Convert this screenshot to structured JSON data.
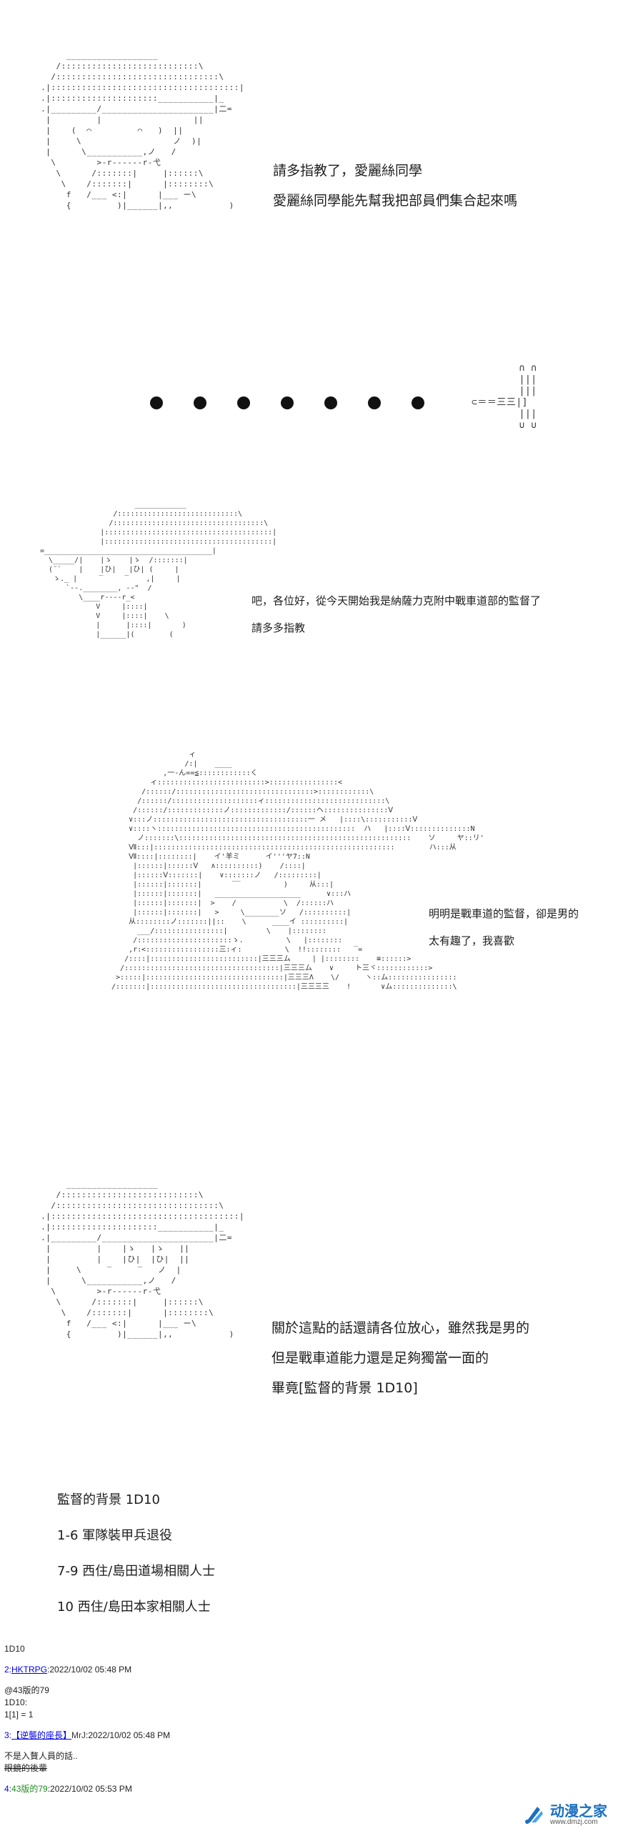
{
  "panel1": {
    "lines": [
      "請多指教了，愛麗絲同學",
      "愛麗絲同學能先幫我把部員們集合起來嗎"
    ]
  },
  "panel2": {
    "tank_glyph": "⊂＝＝三三|]"
  },
  "panel3": {
    "lines": [
      "吧，各位好，從今天開始我是納薩力克附中戰車道部的監督了",
      "請多多指教"
    ]
  },
  "panel4": {
    "lines": [
      "明明是戰車道的監督，卻是男的",
      "太有趣了，我喜歡"
    ]
  },
  "panel5": {
    "lines": [
      "關於這點的話還請各位放心，雖然我是男的",
      "但是戰車道能力還是足夠獨當一面的",
      "畢竟[監督的背景 1D10]"
    ]
  },
  "roll_table": {
    "title": "監督的背景 1D10",
    "items": [
      "1-6 軍隊裝甲兵退役",
      "7-9 西住/島田道場相關人士",
      "10 西住/島田本家相關人士"
    ]
  },
  "thread": {
    "header": "1D10",
    "posts": [
      {
        "num": "2:",
        "name": "HKTRPG",
        "date": ":2022/10/02 05:48 PM",
        "body": [
          "@43版的79",
          "1D10:",
          "1[1] = 1"
        ]
      },
      {
        "num": "3:",
        "name": "【逆襲的座長】",
        "trip": "MrJ",
        "date": ":2022/10/02 05:48 PM",
        "body": [
          "不是入贅人員的話..",
          "眼鏡的後輩"
        ]
      },
      {
        "num": "4:",
        "name": "43版的79",
        "date": ":2022/10/02 05:53 PM",
        "body": []
      }
    ]
  },
  "watermark": {
    "text": "动漫之家",
    "sub": "www.dmzj.com"
  }
}
